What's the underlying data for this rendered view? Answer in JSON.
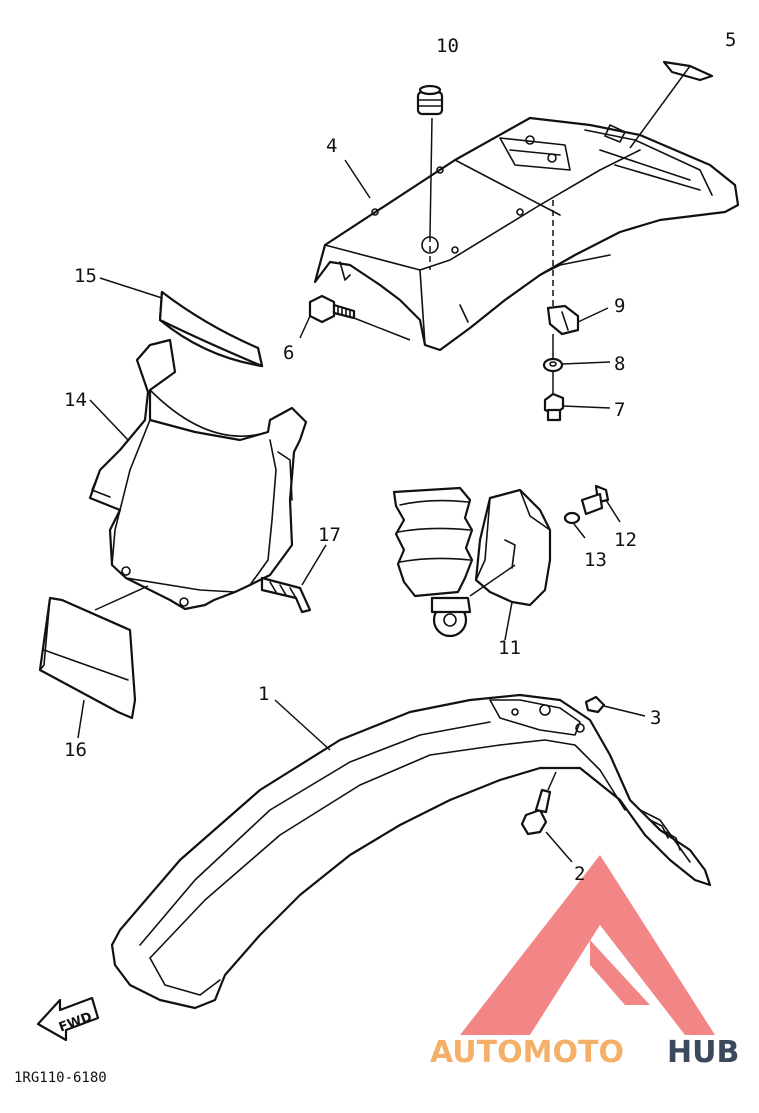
{
  "diagram": {
    "callouts": [
      {
        "id": "1",
        "label": "1"
      },
      {
        "id": "2",
        "label": "2"
      },
      {
        "id": "3",
        "label": "3"
      },
      {
        "id": "4",
        "label": "4"
      },
      {
        "id": "5",
        "label": "5"
      },
      {
        "id": "6",
        "label": "6"
      },
      {
        "id": "7",
        "label": "7"
      },
      {
        "id": "8",
        "label": "8"
      },
      {
        "id": "9",
        "label": "9"
      },
      {
        "id": "10",
        "label": "10"
      },
      {
        "id": "11",
        "label": "11"
      },
      {
        "id": "12",
        "label": "12"
      },
      {
        "id": "13",
        "label": "13"
      },
      {
        "id": "14",
        "label": "14"
      },
      {
        "id": "15",
        "label": "15"
      },
      {
        "id": "16",
        "label": "16"
      },
      {
        "id": "17",
        "label": "17"
      }
    ],
    "drawing_code": "1RG110-6180",
    "fwd_label": "FWD"
  },
  "watermark": {
    "text_part1": "AUTOMOTO",
    "text_part2": "HUB",
    "colors": {
      "triangle": "#f07070",
      "text_part1": "#f4b069",
      "text_part2": "#3a4a5a"
    }
  }
}
